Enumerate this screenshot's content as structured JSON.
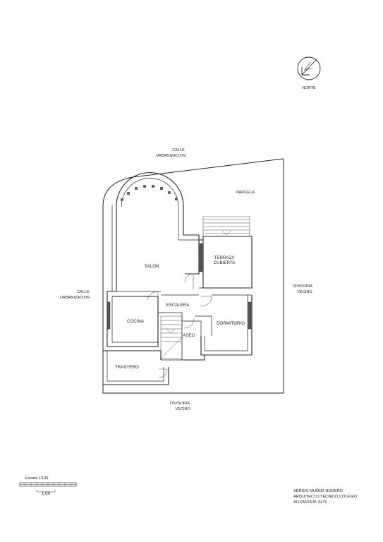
{
  "north": {
    "label": "NORTE",
    "icon": "north-arrow-icon"
  },
  "street_top": {
    "line1": "CALLE",
    "line2": "URBANIZACION"
  },
  "street_left": {
    "line1": "CALLE",
    "line2": "URBANIZACION"
  },
  "parcel": {
    "label": "PARCELA"
  },
  "neighbor_right": {
    "line1": "DIVISORIA",
    "line2": "VECINO"
  },
  "neighbor_bottom": {
    "line1": "DIVISORIA",
    "line2": "VECINO"
  },
  "rooms": {
    "salon": "SALON",
    "terraza_line1": "TERRAZA",
    "terraza_line2": "CUBIERTA",
    "escalera": "ESCALERA",
    "cocina": "COCINA",
    "dormitorio": "DORMITORIO",
    "aseo": "ASEO",
    "trastero": "TRASTERO"
  },
  "scale": {
    "label": "Escala 1/100",
    "bar_label": "1.00"
  },
  "author": {
    "line1": "SERGIO MUÑOZ RODERO",
    "line2": "ARQUITECTO TECNICO COLEGIO",
    "line3": "ALICANTENº 3475"
  },
  "colors": {
    "ink": "#222222",
    "background": "#ffffff"
  }
}
